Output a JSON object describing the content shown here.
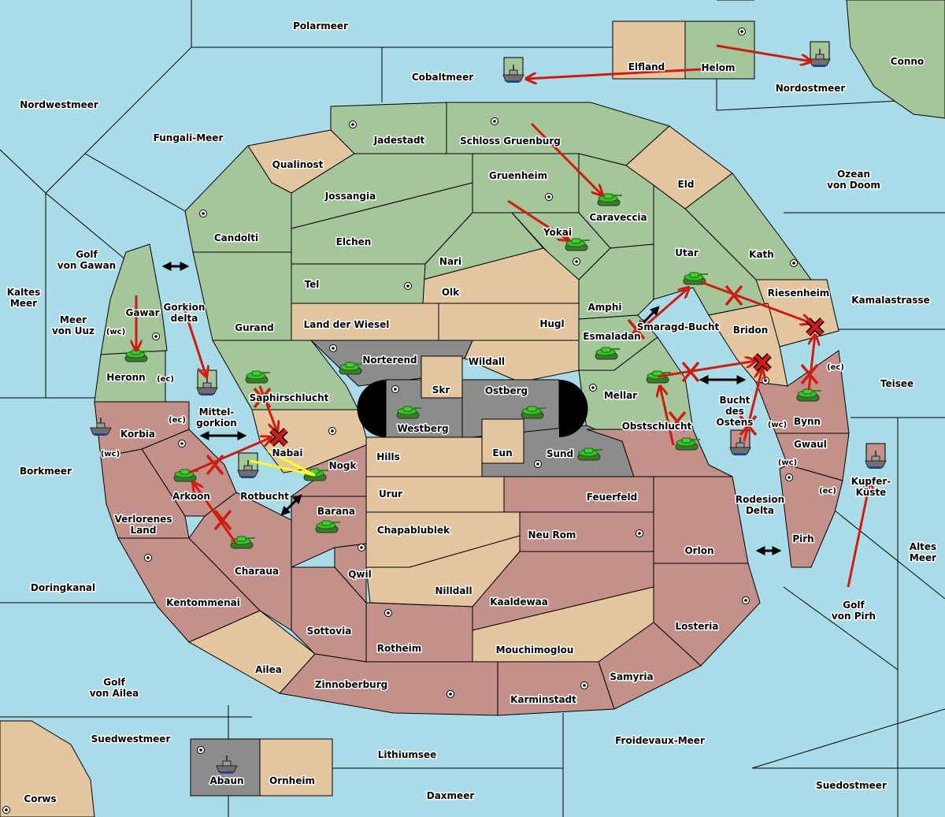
{
  "colors": {
    "sea": "#a9dbe9",
    "green": "#a5c59b",
    "tan": "#e3c59f",
    "pink": "#c4908a",
    "gray": "#8c8c8c",
    "order_arrow": "#d01c10",
    "support_arrow": "#ffff20",
    "convoy_arrow": "#000000"
  },
  "territories": [
    {
      "name": "Jadestadt",
      "owner": "green"
    },
    {
      "name": "Schloss Gruenburg",
      "owner": "green"
    },
    {
      "name": "Qualinost",
      "owner": "tan"
    },
    {
      "name": "Candolti",
      "owner": "green"
    },
    {
      "name": "Jossangia",
      "owner": "green"
    },
    {
      "name": "Elchen",
      "owner": "green"
    },
    {
      "name": "Gruenheim",
      "owner": "green"
    },
    {
      "name": "Caraveccia",
      "owner": "green"
    },
    {
      "name": "Eld",
      "owner": "tan"
    },
    {
      "name": "Kath",
      "owner": "green"
    },
    {
      "name": "Utar",
      "owner": "green"
    },
    {
      "name": "Yokai",
      "owner": "green"
    },
    {
      "name": "Nari",
      "owner": "green"
    },
    {
      "name": "Olk",
      "owner": "tan"
    },
    {
      "name": "Tel",
      "owner": "green"
    },
    {
      "name": "Amphi",
      "owner": "green"
    },
    {
      "name": "Gurand",
      "owner": "green"
    },
    {
      "name": "Land der Wiesel",
      "owner": "tan"
    },
    {
      "name": "Hugl",
      "owner": "tan"
    },
    {
      "name": "Wildall",
      "owner": "tan"
    },
    {
      "name": "Esmaladan",
      "owner": "green"
    },
    {
      "name": "Mellar",
      "owner": "green"
    },
    {
      "name": "Saphirschlucht",
      "owner": "green"
    },
    {
      "name": "Norterend",
      "owner": "gray"
    },
    {
      "name": "Westberg",
      "owner": "gray"
    },
    {
      "name": "Ostberg",
      "owner": "gray"
    },
    {
      "name": "Skr",
      "owner": "tan"
    },
    {
      "name": "Nabai",
      "owner": "tan"
    },
    {
      "name": "Sund",
      "owner": "gray"
    },
    {
      "name": "Eun",
      "owner": "tan"
    },
    {
      "name": "Hills",
      "owner": "tan"
    },
    {
      "name": "Urur",
      "owner": "tan"
    },
    {
      "name": "Chapablublek",
      "owner": "tan"
    },
    {
      "name": "Nilldall",
      "owner": "tan"
    },
    {
      "name": "Feuerfeld",
      "owner": "pink"
    },
    {
      "name": "Neu Rom",
      "owner": "pink"
    },
    {
      "name": "Kaaldewaa",
      "owner": "pink"
    },
    {
      "name": "Mouchimoglou",
      "owner": "tan"
    },
    {
      "name": "Rotheim",
      "owner": "pink"
    },
    {
      "name": "Sottovia",
      "owner": "pink"
    },
    {
      "name": "Qwil",
      "owner": "pink"
    },
    {
      "name": "Barana",
      "owner": "pink"
    },
    {
      "name": "Nogk",
      "owner": "pink"
    },
    {
      "name": "Orlon",
      "owner": "pink"
    },
    {
      "name": "Losteria",
      "owner": "pink"
    },
    {
      "name": "Samyria",
      "owner": "pink"
    },
    {
      "name": "Karminstadt",
      "owner": "pink"
    },
    {
      "name": "Zinnoberburg",
      "owner": "pink"
    },
    {
      "name": "Ailea",
      "owner": "tan"
    },
    {
      "name": "Kentommenai",
      "owner": "pink"
    },
    {
      "name": "Charaua",
      "owner": "pink"
    },
    {
      "name": "Verlorenes Land",
      "owner": "pink"
    },
    {
      "name": "Arkoon",
      "owner": "pink"
    },
    {
      "name": "Korbia",
      "owner": "pink"
    },
    {
      "name": "Heronn",
      "owner": "green"
    },
    {
      "name": "Gawar",
      "owner": "green"
    },
    {
      "name": "Obstschlucht",
      "owner": "pink"
    },
    {
      "name": "Riesenheim",
      "owner": "tan"
    },
    {
      "name": "Bridon",
      "owner": "tan"
    },
    {
      "name": "Bynn",
      "owner": "pink"
    },
    {
      "name": "Gwaul",
      "owner": "pink"
    },
    {
      "name": "Pirh",
      "owner": "pink"
    },
    {
      "name": "Elfland",
      "owner": "tan"
    },
    {
      "name": "Helom",
      "owner": "green"
    },
    {
      "name": "Abaun",
      "owner": "gray"
    },
    {
      "name": "Ornheim",
      "owner": "tan"
    },
    {
      "name": "Conno",
      "owner": "green"
    },
    {
      "name": "Corws",
      "owner": "tan"
    }
  ],
  "seas": [
    "Polarmeer",
    "Cobaltmeer",
    "Nordwestmeer",
    "Fungali-Meer",
    "Ozean von Doom",
    "Golf von Gawan",
    "Kaltes Meer",
    "Meer von Uuz",
    "Kamalastrasse",
    "Teisee",
    "Borkmeer",
    "Mittel-gorkion",
    "Gorkion delta",
    "Rotbucht",
    "Smaragd-Bucht",
    "Bucht des Ostens",
    "Rodesion Delta",
    "Kupfer-Küste",
    "Altes Meer",
    "Doringkanal",
    "Golf von Pirh",
    "Golf von Ailea",
    "Suedwestmeer",
    "Lithiumsee",
    "Froidevaux-Meer",
    "Daxmeer",
    "Suedostmeer",
    "Nordostmeer"
  ],
  "coasts": [
    "(wc)",
    "(ec)",
    "(ec)",
    "(wc)",
    "(ec)",
    "(wc)",
    "(wc)",
    "(ec)"
  ],
  "units": [
    {
      "type": "army",
      "icon": "tank-icon",
      "location": "Heronn"
    },
    {
      "type": "army",
      "icon": "tank-icon",
      "location": "Saphirschlucht"
    },
    {
      "type": "army",
      "icon": "tank-icon",
      "location": "Norterend"
    },
    {
      "type": "army",
      "icon": "tank-icon",
      "location": "Westberg"
    },
    {
      "type": "army",
      "icon": "tank-icon",
      "location": "Ostberg"
    },
    {
      "type": "army",
      "icon": "tank-icon",
      "location": "Nogk"
    },
    {
      "type": "army",
      "icon": "tank-icon",
      "location": "Arkoon"
    },
    {
      "type": "army",
      "icon": "tank-icon",
      "location": "Charaua"
    },
    {
      "type": "army",
      "icon": "tank-icon",
      "location": "Barana"
    },
    {
      "type": "army",
      "icon": "tank-icon",
      "location": "Sund"
    },
    {
      "type": "army",
      "icon": "tank-icon",
      "location": "Caraveccia"
    },
    {
      "type": "army",
      "icon": "tank-icon",
      "location": "Yokai"
    },
    {
      "type": "army",
      "icon": "tank-icon",
      "location": "Utar"
    },
    {
      "type": "army",
      "icon": "tank-icon",
      "location": "Esmaladan"
    },
    {
      "type": "army",
      "icon": "tank-icon",
      "location": "Mellar"
    },
    {
      "type": "army",
      "icon": "tank-icon",
      "location": "Obstschlucht"
    },
    {
      "type": "army",
      "icon": "tank-icon",
      "location": "Bynn"
    },
    {
      "type": "fleet",
      "icon": "ship-icon",
      "location": "Mittel-gorkion",
      "box": "green"
    },
    {
      "type": "fleet",
      "icon": "ship-icon",
      "location": "Rotbucht",
      "box": "green"
    },
    {
      "type": "fleet",
      "icon": "ship-icon",
      "location": "Borkmeer"
    },
    {
      "type": "fleet",
      "icon": "ship-icon",
      "location": "Cobaltmeer",
      "box": "green"
    },
    {
      "type": "fleet",
      "icon": "ship-icon",
      "location": "Nordostmeer",
      "box": "green"
    },
    {
      "type": "fleet",
      "icon": "ship-icon",
      "location": "Bucht des Ostens",
      "box": "pink"
    },
    {
      "type": "fleet",
      "icon": "ship-icon",
      "location": "Kupfer-Küste",
      "box": "pink"
    },
    {
      "type": "fleet",
      "icon": "ship-icon",
      "location": "Abaun"
    }
  ]
}
